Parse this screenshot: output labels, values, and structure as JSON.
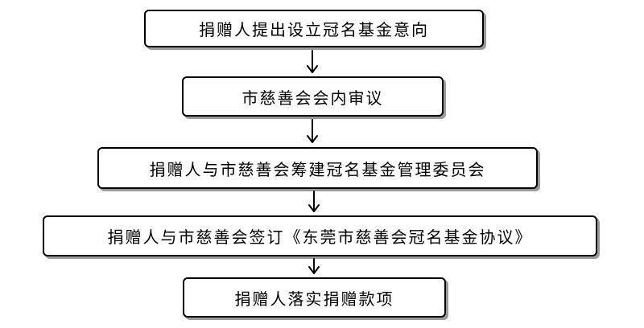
{
  "flowchart": {
    "steps": [
      {
        "label": "捐赠人提出设立冠名基金意向"
      },
      {
        "label": "市慈善会会内审议"
      },
      {
        "label": "捐赠人与市慈善会筹建冠名基金管理委员会"
      },
      {
        "label": "捐赠人与市慈善会签订《东莞市慈善会冠名基金协议》"
      },
      {
        "label": "捐赠人落实捐赠款项"
      }
    ]
  }
}
